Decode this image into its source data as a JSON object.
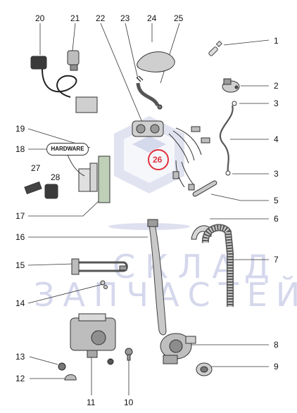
{
  "diagram": {
    "hardware_label": "HARDWARE",
    "watermark_line1": "СКЛАД",
    "watermark_line2": "ЗАПЧАСТЕЙ",
    "highlight_color": "#e0303a",
    "watermark_color": "#c8cce6",
    "callouts": [
      {
        "id": "1",
        "text": "1"
      },
      {
        "id": "2",
        "text": "2"
      },
      {
        "id": "3a",
        "text": "3"
      },
      {
        "id": "4",
        "text": "4"
      },
      {
        "id": "3b",
        "text": "3"
      },
      {
        "id": "5",
        "text": "5"
      },
      {
        "id": "6",
        "text": "6"
      },
      {
        "id": "7",
        "text": "7"
      },
      {
        "id": "8",
        "text": "8"
      },
      {
        "id": "9",
        "text": "9"
      },
      {
        "id": "10",
        "text": "10"
      },
      {
        "id": "11",
        "text": "11"
      },
      {
        "id": "12",
        "text": "12"
      },
      {
        "id": "13",
        "text": "13"
      },
      {
        "id": "14",
        "text": "14"
      },
      {
        "id": "15",
        "text": "15"
      },
      {
        "id": "16",
        "text": "16"
      },
      {
        "id": "17",
        "text": "17"
      },
      {
        "id": "18",
        "text": "18"
      },
      {
        "id": "19",
        "text": "19"
      },
      {
        "id": "20",
        "text": "20"
      },
      {
        "id": "21",
        "text": "21"
      },
      {
        "id": "22",
        "text": "22"
      },
      {
        "id": "23",
        "text": "23"
      },
      {
        "id": "24",
        "text": "24"
      },
      {
        "id": "25",
        "text": "25"
      },
      {
        "id": "26",
        "text": "26"
      },
      {
        "id": "27",
        "text": "27"
      },
      {
        "id": "28",
        "text": "28"
      }
    ]
  }
}
